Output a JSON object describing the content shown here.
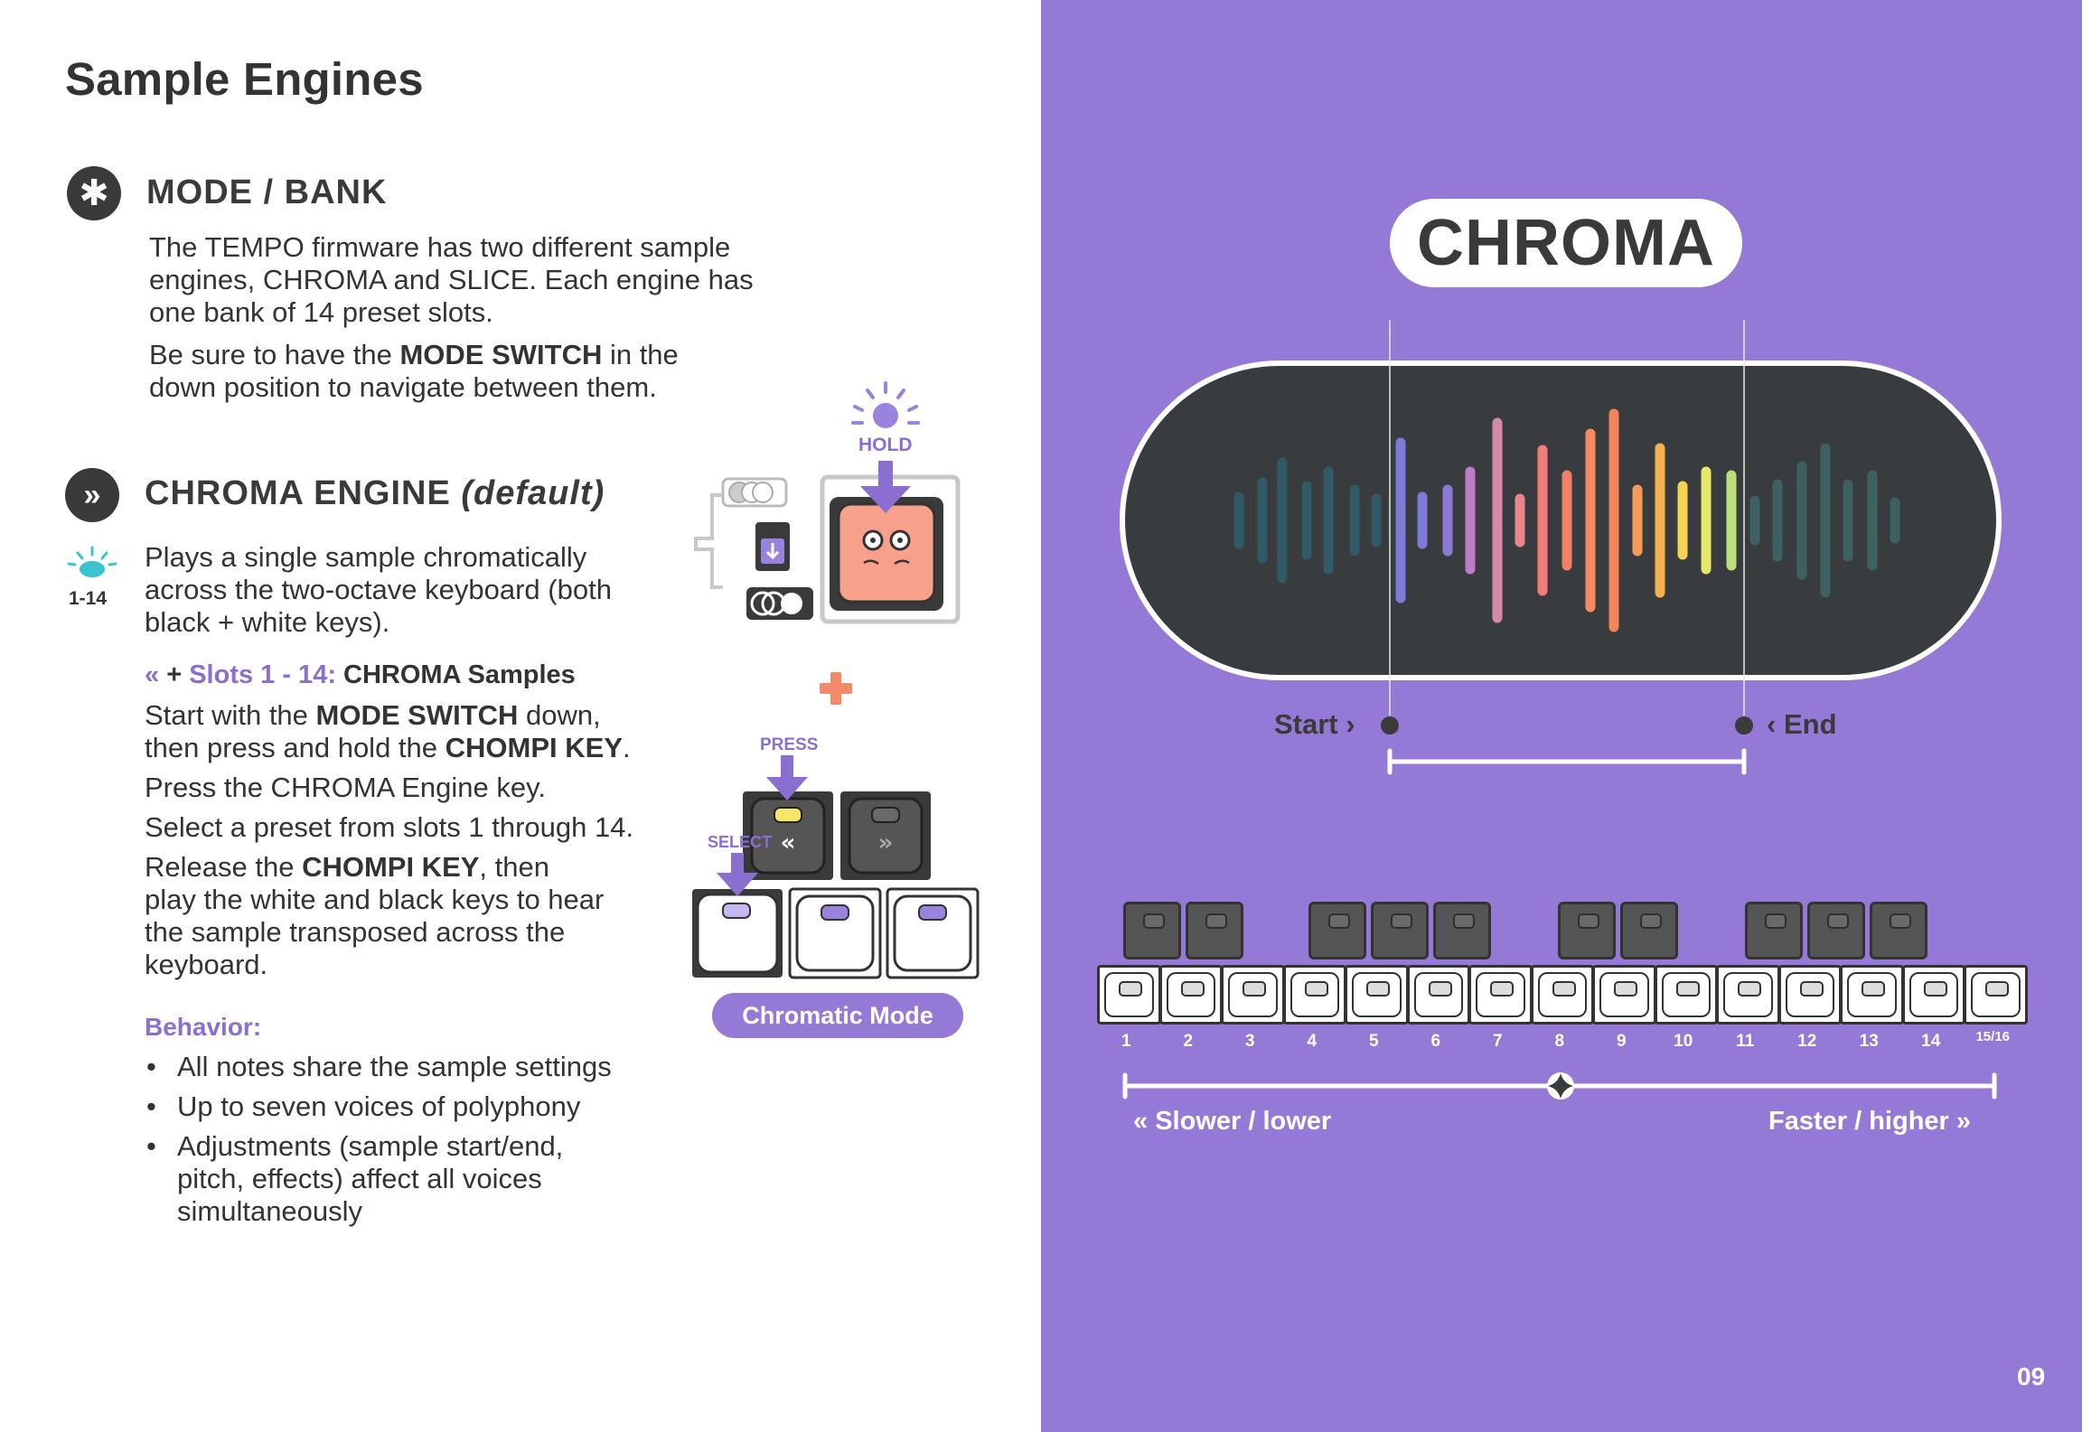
{
  "page": {
    "title": "Sample Engines",
    "page_number": "09"
  },
  "mode_bank": {
    "icon": "asterisk-icon",
    "title": "MODE / BANK",
    "para1": "The TEMPO firmware has two different sample engines, CHROMA and SLICE. Each engine has one bank of 14 preset slots.",
    "para2_pre": "Be sure to have the ",
    "para2_bold": "MODE SWITCH",
    "para2_post": " in the down position to navigate between them."
  },
  "chroma_engine": {
    "icon": "fast-forward-icon",
    "title": "CHROMA ENGINE ",
    "title_italic": "(default)",
    "led_label": "1-14",
    "description": "Plays a single sample chromatically across the two-octave keyboard (both black + white keys).",
    "steps_heading_plus": "+",
    "steps_heading_slots": "Slots 1 - 14:",
    "steps_heading_rest": "CHROMA Samples",
    "step1_pre": "Start with the ",
    "step1_b1": "MODE SWITCH",
    "step1_mid": " down, then press and hold the ",
    "step1_b2": "CHOMPI KEY",
    "step1_post": ".",
    "step2": "Press the CHROMA Engine key.",
    "step3": "Select a preset from slots 1 through 14.",
    "step4_pre": "Release the ",
    "step4_bold": "CHOMPI KEY",
    "step4_post": ", then play the white and black keys to hear the sample transposed across the keyboard.",
    "behavior_label": "Behavior:",
    "behavior_items": [
      "All notes share the sample settings",
      "Up to seven voices of polyphony",
      "Adjustments (sample start/end, pitch, effects) affect all voices simultaneously"
    ]
  },
  "illustration": {
    "hold_label": "HOLD",
    "press_label": "PRESS",
    "select_label": "SELECT",
    "mode_button": "Chromatic Mode"
  },
  "chroma_panel": {
    "logo": "CHROMA",
    "start_label": "Start",
    "end_label": "End",
    "key_numbers": [
      "1",
      "2",
      "3",
      "4",
      "5",
      "6",
      "7",
      "8",
      "9",
      "10",
      "11",
      "12",
      "13",
      "14"
    ],
    "last_key_label": "15/16",
    "slower_label": "Slower / lower",
    "faster_label": "Faster / higher"
  },
  "colors": {
    "accent_purple": "#9479d6",
    "dark": "#3a3a3a",
    "highlight_purple": "#8a6fd0",
    "hold_key": "#f7a08c",
    "plus_orange": "#f28a6a",
    "led_teal": "#39c3cf"
  }
}
